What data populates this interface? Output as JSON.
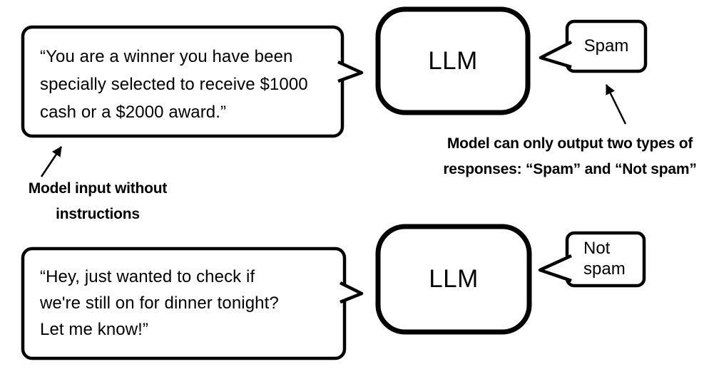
{
  "colors": {
    "background": "#ffffff",
    "ink": "#000000"
  },
  "rows": {
    "top": {
      "input_text": "“You are a winner you have been\nspecially selected to receive $1000\ncash or a $2000 award.”",
      "model_label": "LLM",
      "output_text": "Spam"
    },
    "bottom": {
      "input_text": "“Hey, just wanted to check if\nwe're still on for dinner tonight?\nLet me know!”",
      "model_label": "LLM",
      "output_text": "Not\nspam"
    }
  },
  "annotations": {
    "input_note": "Model input without\ninstructions",
    "output_note": "Model can only output two types of\nresponses: “Spam” and “Not spam”"
  }
}
